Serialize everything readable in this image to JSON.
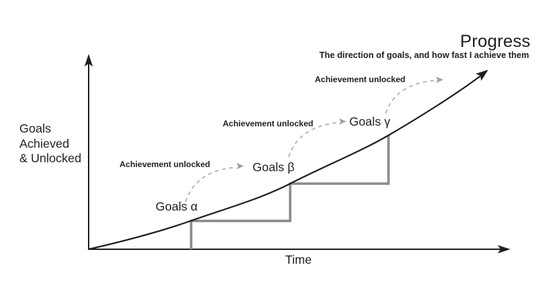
{
  "diagram": {
    "title": "Progress",
    "subtitle": "The direction of goals, and how fast I achieve them",
    "x_axis": {
      "label": "Time"
    },
    "y_axis": {
      "label": "Goals\nAchieved\n& Unlocked"
    },
    "goals": [
      {
        "label": "Goals α",
        "annotation": "Achievement unlocked"
      },
      {
        "label": "Goals β",
        "annotation": "Achievement unlocked"
      },
      {
        "label": "Goals γ",
        "annotation": "Achievement unlocked"
      }
    ],
    "colors": {
      "ink": "#1f1f1f",
      "steps": "#8a8a8a",
      "dashed_arrow": "#a9a9a9",
      "background": "#ffffff"
    }
  }
}
